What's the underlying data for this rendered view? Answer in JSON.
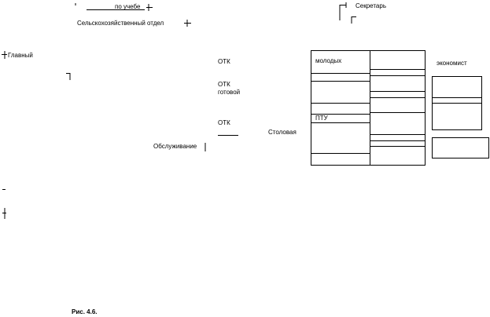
{
  "labels": {
    "po_uchebe": "по учебе",
    "sekretar": "Секретарь",
    "selskokhoz": "Сельскохозяйственный  отдел",
    "glavny": "Главный",
    "otk1": "ОТК",
    "otk2": "ОТК",
    "gotovoy": "готовой",
    "otk3": "ОТК",
    "stolovaya": "Столовая",
    "obsluzhivanie": "Обслуживание",
    "molodykh": "молодых",
    "ekonomist": "экономист",
    "ptu": "ПТУ",
    "caption": "Рис. 4.6."
  }
}
